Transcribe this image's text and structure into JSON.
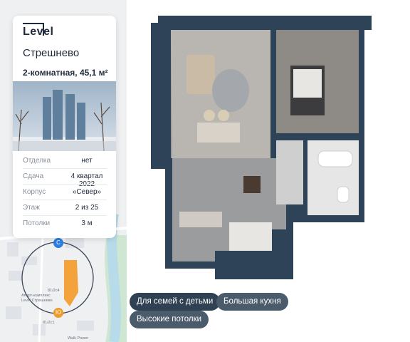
{
  "brand": {
    "logo": "Level",
    "complex": "Стрешнево"
  },
  "flat": {
    "title": "2-комнатная, 45,1 м²"
  },
  "details": [
    {
      "label": "Отделка",
      "value": "нет"
    },
    {
      "label": "Сдача",
      "value": "4 квартал 2022"
    },
    {
      "label": "Корпус",
      "value": "«Север»"
    },
    {
      "label": "Этаж",
      "value": "2 из 25"
    },
    {
      "label": "Потолки",
      "value": "3 м"
    }
  ],
  "map": {
    "compass_north": "С",
    "compass_south": "Ю",
    "labels": [
      "Апарт-комплекс",
      "Level Стрешнево",
      "81/2с4",
      "81/2с1",
      "Walk Power"
    ]
  },
  "tags": [
    "Для семей с детьми",
    "Большая кухня",
    "Высокие потолки"
  ],
  "colors": {
    "accent_dark": "#2f4152",
    "plan_frame": "#2e4357",
    "compass_north": "#2a7de1",
    "compass_south": "#f09a2a",
    "building": "#f4a23c"
  }
}
